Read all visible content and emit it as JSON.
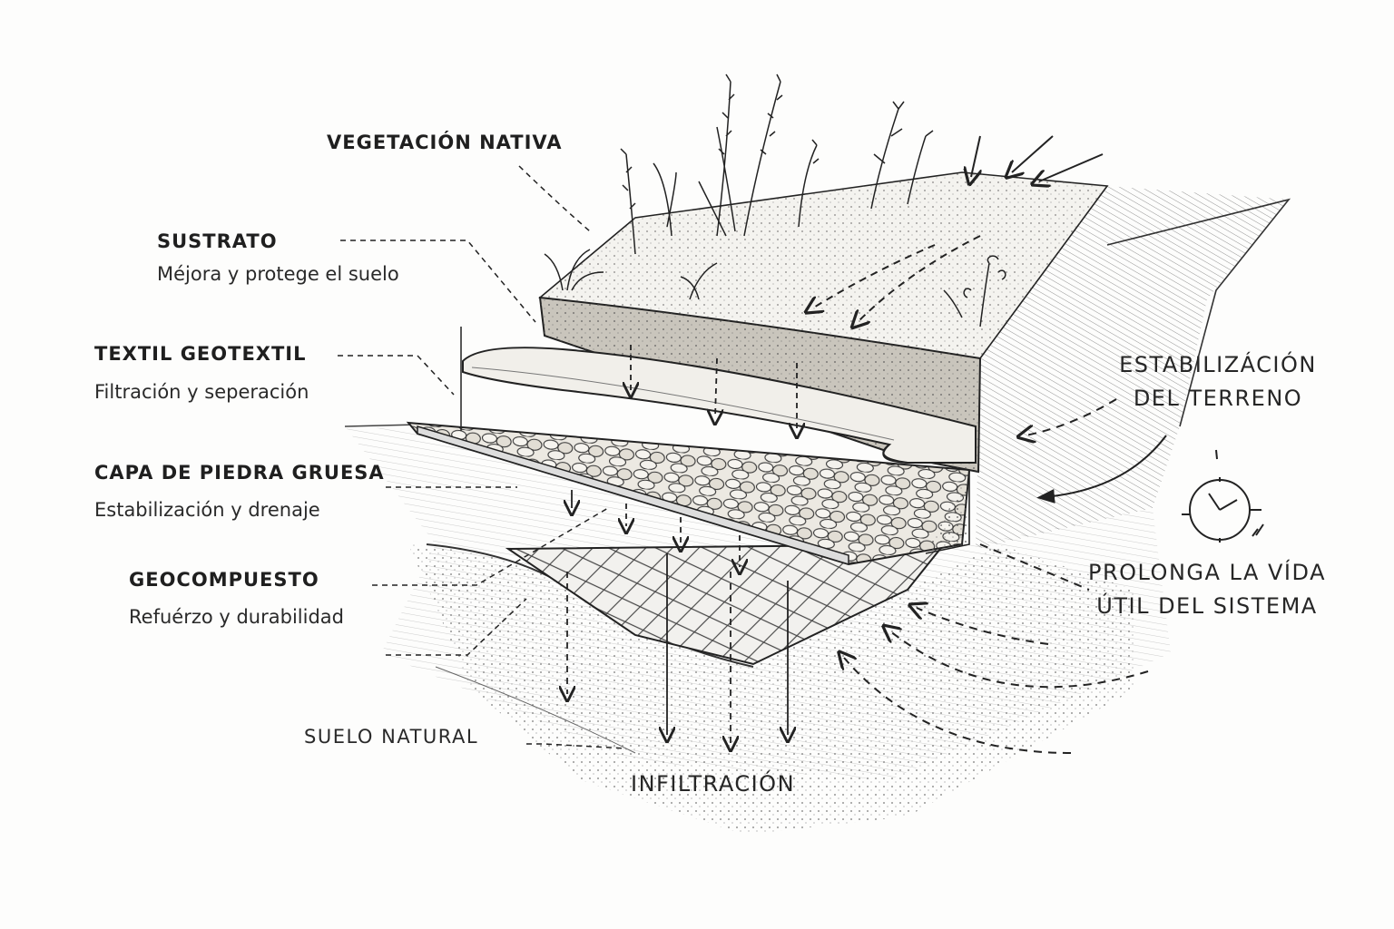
{
  "labels": {
    "vegetacion": {
      "title": "VEGETACIÓN NATIVA"
    },
    "sustrato": {
      "title": "SUSTRATO",
      "desc": "Méjora y protege el suelo"
    },
    "geotextil": {
      "title": "TEXTIL GEOTEXTIL",
      "desc": "Filtración y seperación"
    },
    "piedra": {
      "title": "CAPA DE PIEDRA GRUESA",
      "desc": "Estabilización y drenaje"
    },
    "geocompuesto": {
      "title": "GEOCOMPUESTO",
      "desc": "Refuérzo y durabilidad"
    },
    "suelo": {
      "title": "SUELO NATURAL"
    },
    "infiltracion": {
      "title": "INFILTRACIÓN"
    },
    "estabilizacion": {
      "line1": "ESTABILIZÁCIÓN",
      "line2": "DEL TERRENO"
    },
    "prolonga": {
      "line1": "PROLONGA LA VÍDA",
      "line2": "ÚTIL DEL SISTEMA"
    }
  },
  "icons": {
    "clock": "clock-icon"
  },
  "colors": {
    "ink": "#1f1f1f",
    "paper": "#fdfdfc",
    "stone": "#e6e3dc",
    "soil": "#cfcac0"
  }
}
